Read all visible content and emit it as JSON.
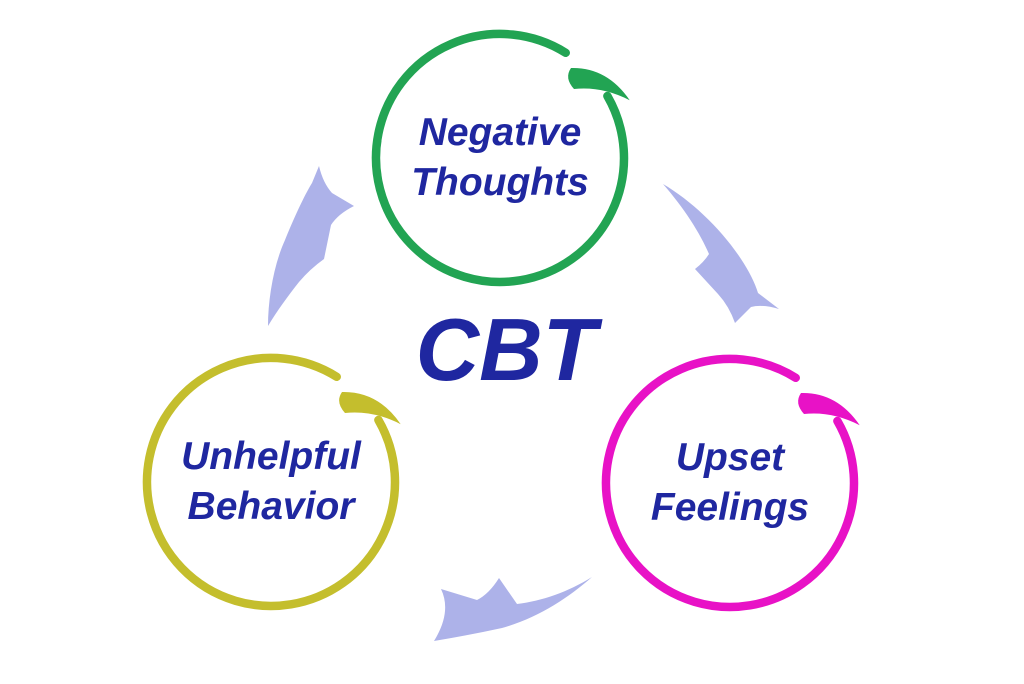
{
  "diagram": {
    "title": "CBT",
    "text_color": "#1f27a0",
    "arrow_color": "#adb2e9",
    "background": "#ffffff",
    "nodes": [
      {
        "id": "negative-thoughts",
        "line1": "Negative",
        "line2": "Thoughts",
        "color": "#22a453"
      },
      {
        "id": "upset-feelings",
        "line1": "Upset",
        "line2": "Feelings",
        "color": "#e812c6"
      },
      {
        "id": "unhelpful-behavior",
        "line1": "Unhelpful",
        "line2": "Behavior",
        "color": "#c4be2d"
      }
    ],
    "arrows": [
      {
        "id": "thoughts-to-feelings",
        "from": "Negative Thoughts",
        "to": "Upset Feelings"
      },
      {
        "id": "feelings-to-behavior",
        "from": "Upset Feelings",
        "to": "Unhelpful Behavior"
      },
      {
        "id": "behavior-to-thoughts",
        "from": "Unhelpful Behavior",
        "to": "Negative Thoughts"
      }
    ]
  }
}
